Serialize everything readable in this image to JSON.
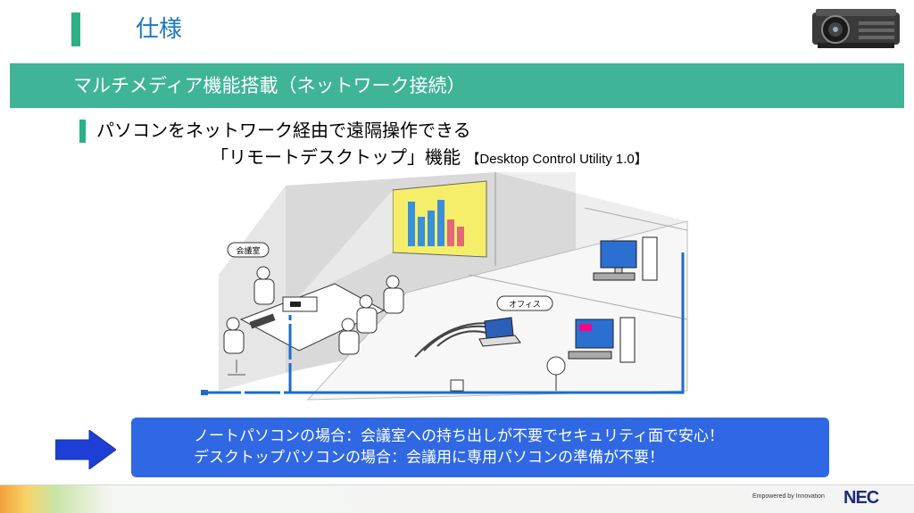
{
  "header": {
    "title": "仕様",
    "band_text": "マルチメディア機能搭載（ネットワーク接続）"
  },
  "subhead": {
    "line1": "パソコンをネットワーク経由で遠隔操作できる",
    "line2": "「リモートデスクトップ」機能",
    "utility": "【Desktop Control Utility 1.0】"
  },
  "illustration": {
    "room_label_meeting": "会議室",
    "room_label_office": "オフィス"
  },
  "callout": {
    "line1": "ノートパソコンの場合：会議室への持ち出しが不要でセキュリティ面で安心！",
    "line2": "デスクトップパソコンの場合：会議用に専用パソコンの準備が不要！"
  },
  "footer": {
    "tagline": "Empowered by Innovation",
    "brand": "NEC"
  },
  "colors": {
    "accent_green": "#3fb497",
    "title_blue": "#1a78c2",
    "callout_blue": "#2f68e2",
    "brand_navy": "#1e2b7a"
  },
  "icons": [
    "arrow-right-icon",
    "projector-icon"
  ]
}
